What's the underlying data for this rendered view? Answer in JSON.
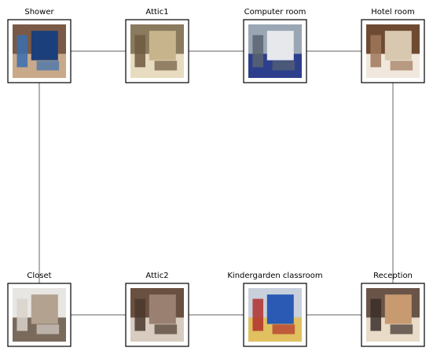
{
  "diagram": {
    "nodes": [
      {
        "id": "shower",
        "label": "Shower",
        "picture": "tiled-shower-photo",
        "palette": [
          "#7a5a46",
          "#1b3f7a",
          "#c9a98a",
          "#3a6fb0"
        ]
      },
      {
        "id": "attic1",
        "label": "Attic1",
        "picture": "unfinished-attic-photo",
        "palette": [
          "#8a7a5e",
          "#c8b48c",
          "#e8dcc0",
          "#6e5a3e"
        ]
      },
      {
        "id": "computer-room",
        "label": "Computer room",
        "picture": "computer-lab-photo",
        "palette": [
          "#9aa6b4",
          "#e6e8ec",
          "#2c3e8c",
          "#5a6470"
        ]
      },
      {
        "id": "hotel-room",
        "label": "Hotel room",
        "picture": "hotel-room-photo",
        "palette": [
          "#6e4a32",
          "#d8c8b0",
          "#f0e8dc",
          "#a0785a"
        ]
      },
      {
        "id": "closet",
        "label": "Closet",
        "picture": "walk-in-closet-photo",
        "palette": [
          "#e8e6e2",
          "#b4a290",
          "#7a6a5c",
          "#d8d2ca"
        ]
      },
      {
        "id": "attic2",
        "label": "Attic2",
        "picture": "finished-attic-photo",
        "palette": [
          "#6a5040",
          "#9a8070",
          "#d8ccc0",
          "#4a382c"
        ]
      },
      {
        "id": "kindergarden-classroom",
        "label": "Kindergarden classroom",
        "picture": "classroom-photo",
        "palette": [
          "#c8d0dc",
          "#2a5ab4",
          "#e0c060",
          "#b0302c"
        ]
      },
      {
        "id": "reception",
        "label": "Reception",
        "picture": "reception-desk-photo",
        "palette": [
          "#6a5448",
          "#c89a70",
          "#e8dcc8",
          "#3a2e2a"
        ]
      }
    ],
    "edges": [
      [
        "shower",
        "attic1"
      ],
      [
        "attic1",
        "computer-room"
      ],
      [
        "computer-room",
        "hotel-room"
      ],
      [
        "shower",
        "closet"
      ],
      [
        "hotel-room",
        "reception"
      ],
      [
        "closet",
        "attic2"
      ],
      [
        "attic2",
        "kindergarden-classroom"
      ],
      [
        "kindergarden-classroom",
        "reception"
      ]
    ]
  }
}
